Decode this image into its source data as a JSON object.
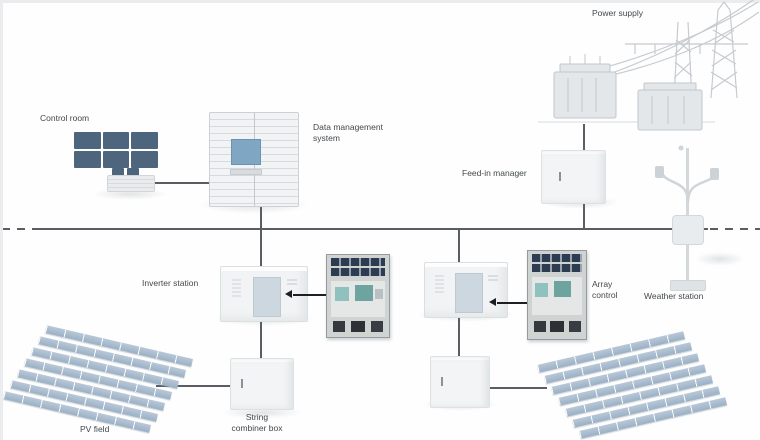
{
  "labels": {
    "control_room": "Control room",
    "data_management_system": "Data management system",
    "power_supply": "Power supply",
    "feed_in_manager": "Feed-in manager",
    "inverter_station": "Inverter station",
    "array_control": "Array control",
    "weather_station": "Weather station",
    "pv_field": "PV field",
    "string_combiner_box": "String combiner box"
  },
  "colors": {
    "monitor_screen": "#4d657d",
    "server_screen": "#7fa6c2",
    "pv_panel": "#a7bbd0",
    "connector_line": "#5a5e62",
    "label_text": "#43484c"
  },
  "icons": {
    "video_wall": "css-shape",
    "server_rack": "css-shape",
    "substation": "svg-line-art",
    "cabinet": "css-shape",
    "weather_station_mast": "css-shape",
    "pv_array": "css-shape",
    "cabinet_photo": "css-shape"
  }
}
